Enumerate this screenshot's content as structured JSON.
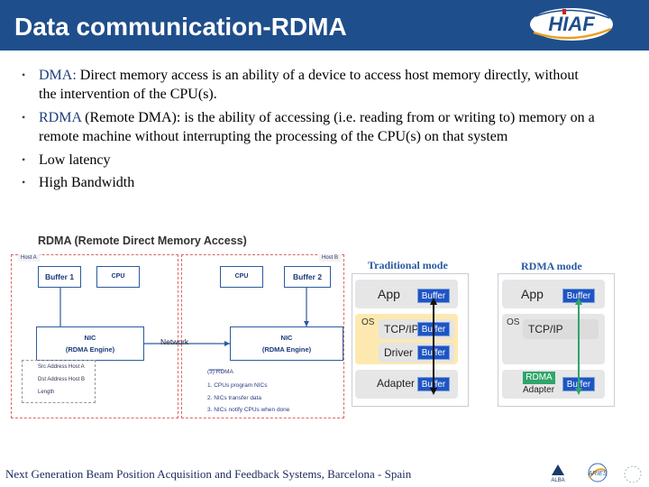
{
  "header": {
    "title": "Data communication-RDMA",
    "logo_text": "HIAF",
    "bg_color": "#1f4e8c"
  },
  "bullets": [
    {
      "lead": "DMA:",
      "text": " Direct memory access  is an ability of a device to access host memory directly, without the intervention of the CPU(s)."
    },
    {
      "lead": "RDMA",
      "text": " (Remote DMA): is the ability of accessing (i.e. reading from or writing to) memory on a remote machine without interrupting the processing of the CPU(s) on that system"
    },
    {
      "lead": "",
      "text": "Low latency"
    },
    {
      "lead": "",
      "text": "High Bandwidth"
    }
  ],
  "rdma_diagram": {
    "title": "RDMA (Remote Direct Memory Access)",
    "host_a": "Host A",
    "host_b": "Host B",
    "buffer1": "Buffer 1",
    "buffer2": "Buffer 2",
    "cpu": "CPU",
    "nic": "NIC",
    "rdma_engine": "(RDMA Engine)",
    "network": "Network",
    "src_address": "Src Address   Host A",
    "dst_address": "Dst Address   Host B",
    "length": "Length",
    "steps_title": "(3) RDMA",
    "steps": [
      "1.     CPUs program NICs",
      "2.     NICs transfer data",
      "3.     NICs notify CPUs when done"
    ]
  },
  "traditional_mode": {
    "title": "Traditional mode",
    "app": "App",
    "os": "OS",
    "tcpip": "TCP/IP",
    "driver": "Driver",
    "adapter": "Adapter",
    "buffer": "Buffer"
  },
  "rdma_mode": {
    "title": "RDMA mode",
    "app": "App",
    "os": "OS",
    "tcpip": "TCP/IP",
    "rdma": "RDMA",
    "adapter": "Adapter",
    "buffer": "Buffer"
  },
  "footer": {
    "text": "Next Generation Beam Position Acquisition and Feedback Systems, Barcelona - Spain",
    "alba": "ALBA",
    "aries": "ARIES"
  }
}
